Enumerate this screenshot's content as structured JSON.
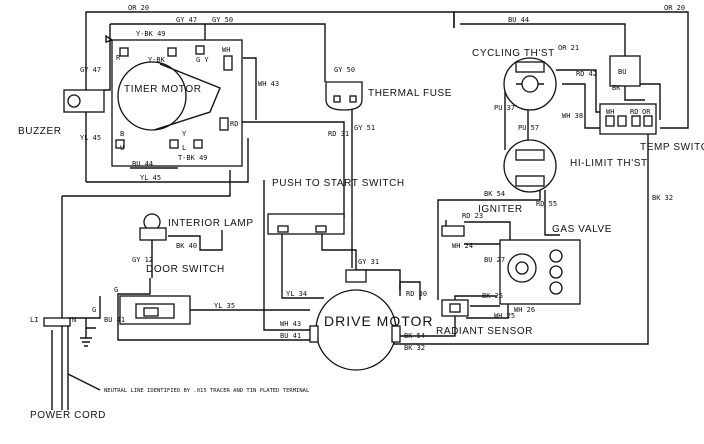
{
  "components": {
    "timer_motor": "TIMER MOTOR",
    "thermal_fuse": "THERMAL FUSE",
    "buzzer": "BUZZER",
    "cycling_thst": "CYCLING TH'ST",
    "hi_limit_thst": "HI-LIMIT TH'ST",
    "temp_switch": "TEMP SWITCH",
    "push_to_start": "PUSH TO START SWITCH",
    "interior_lamp": "INTERIOR LAMP",
    "door_switch": "DOOR SWITCH",
    "drive_motor": "DRIVE MOTOR",
    "igniter": "IGNITER",
    "gas_valve": "GAS VALVE",
    "radiant_sensor": "RADIANT SENSOR",
    "power_cord": "POWER CORD",
    "neutral_note": "NEUTRAL LINE IDENTIFIED BY .015 TRACER AND TIN PLATED TERMINAL"
  },
  "wire_labels": {
    "or20_a": "OR 20",
    "gy47_top": "GY 47",
    "gy50_top": "GY 50",
    "ybk49": "Y-BK 49",
    "gy47_left": "GY 47",
    "yl45_left": "YL 45",
    "wh43": "WH 43",
    "gy50_fuse": "GY 50",
    "gy51_fuse": "GY 51",
    "rd31": "RD 31",
    "bu44_top": "BU 44",
    "or20_b": "OR 20",
    "or21": "OR 21",
    "rd42": "RD 42",
    "pu37": "PU 37",
    "wh38": "WH 38",
    "pu57": "PU 57",
    "rd55": "RD 55",
    "bk54_mid": "BK 54",
    "bk32_right": "BK 32",
    "bu44_bot": "BU 44",
    "ybk49_bot": "T-BK 49",
    "yl45_bot": "YL 45",
    "bk40": "BK 40",
    "gy12": "GY 12",
    "yl35": "YL 35",
    "bu41_left": "BU 41",
    "yl34": "YL 34",
    "gy31": "GY 31",
    "rd30": "RD 30",
    "wh43_motor": "WH 43",
    "bu41_motor": "BU 41",
    "bk54_motor": "BK 54",
    "bk32_motor": "BK 32",
    "rd23": "RD 23",
    "wh24": "WH 24",
    "bu27": "BU 27",
    "bk25": "BK 25",
    "wh25": "WH 25",
    "wh26": "WH 26"
  },
  "terminals": {
    "li": "LI",
    "n": "N",
    "g_cord": "G",
    "g_door": "G",
    "timer_r": "R",
    "timer_ybk": "Y-BK",
    "timer_gy": "G Y",
    "timer_wh": "WH",
    "timer_b": "B",
    "timer_u": "U",
    "timer_y": "Y",
    "timer_l": "L",
    "timer_rd": "RD",
    "tsw_bu": "BU",
    "tsw_bk": "BK",
    "tsw_wh": "WH",
    "tsw_rd": "RD",
    "tsw_or": "OR"
  }
}
